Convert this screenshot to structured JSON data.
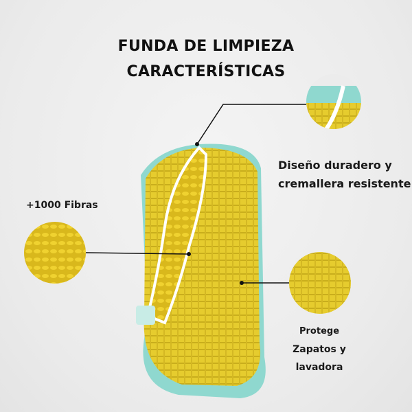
{
  "title": {
    "line1": "FUNDA DE LIMPIEZA",
    "line2": "CARACTERÍSTICAS"
  },
  "features": {
    "durable": {
      "line1": "Diseño duradero y",
      "line2": "cremallera resistente"
    },
    "fibers": {
      "label": "+1000 Fibras"
    },
    "protect": {
      "line1": "Protege",
      "line2": "Zapatos y lavadora"
    }
  },
  "colors": {
    "yellow": "#e6cc2e",
    "mint": "#8fd8cf",
    "background": "#ededed"
  }
}
